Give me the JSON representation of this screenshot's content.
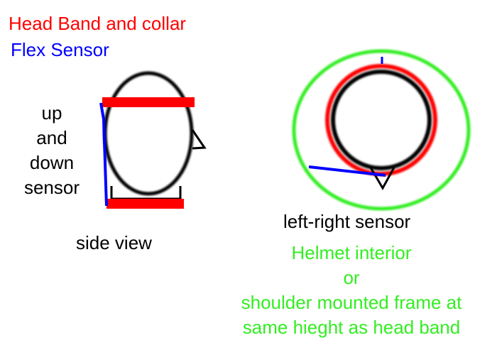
{
  "legend": {
    "head_band": "Head Band and collar",
    "flex_sensor": "Flex Sensor"
  },
  "side_view": {
    "sensor_label_lines": [
      "up",
      "and",
      "down",
      "sensor"
    ],
    "caption": "side view"
  },
  "top_view": {
    "sensor_label": "left-right sensor",
    "frame_lines": [
      "Helmet interior",
      "or",
      "shoulder mounted frame at",
      "same hieght as head band"
    ]
  },
  "colors": {
    "head_band": "#ff0000",
    "flex_sensor": "#0000ff",
    "frame": "#33ee22",
    "head": "#000000"
  }
}
